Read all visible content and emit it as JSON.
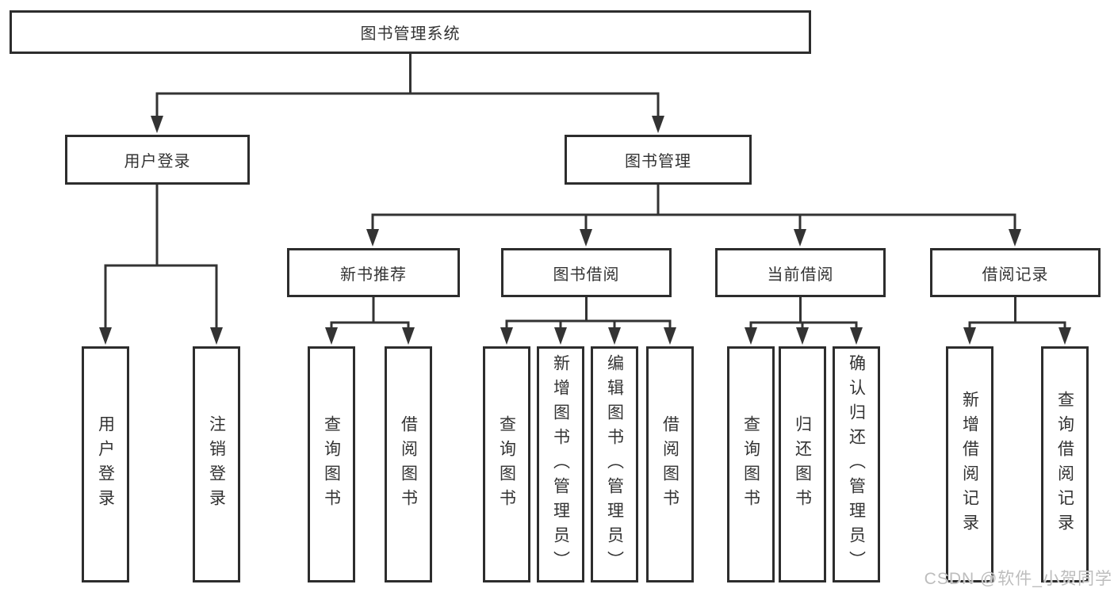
{
  "tree": {
    "root": {
      "label": "图书管理系统",
      "children": [
        {
          "label": "用户登录",
          "children": [
            {
              "label": "用户登录"
            },
            {
              "label": "注销登录"
            }
          ]
        },
        {
          "label": "图书管理",
          "children": [
            {
              "label": "新书推荐",
              "children": [
                {
                  "label": "查询图书"
                },
                {
                  "label": "借阅图书"
                }
              ]
            },
            {
              "label": "图书借阅",
              "children": [
                {
                  "label": "查询图书"
                },
                {
                  "label": "新增图书（管理员）"
                },
                {
                  "label": "编辑图书（管理员）"
                },
                {
                  "label": "借阅图书"
                }
              ]
            },
            {
              "label": "当前借阅",
              "children": [
                {
                  "label": "查询图书"
                },
                {
                  "label": "归还图书"
                },
                {
                  "label": "确认归还（管理员）"
                }
              ]
            },
            {
              "label": "借阅记录",
              "children": [
                {
                  "label": "新增借阅记录"
                },
                {
                  "label": "查询借阅记录"
                }
              ]
            }
          ]
        }
      ]
    }
  },
  "watermark": {
    "text": "CSDN @软件_小贺同学"
  },
  "colors": {
    "line": "#333333",
    "box_border": "#2d2d2d",
    "box_background": "#ffffff",
    "text": "#333333",
    "page_background": "#ffffff",
    "watermark": "#bdbdbd"
  }
}
